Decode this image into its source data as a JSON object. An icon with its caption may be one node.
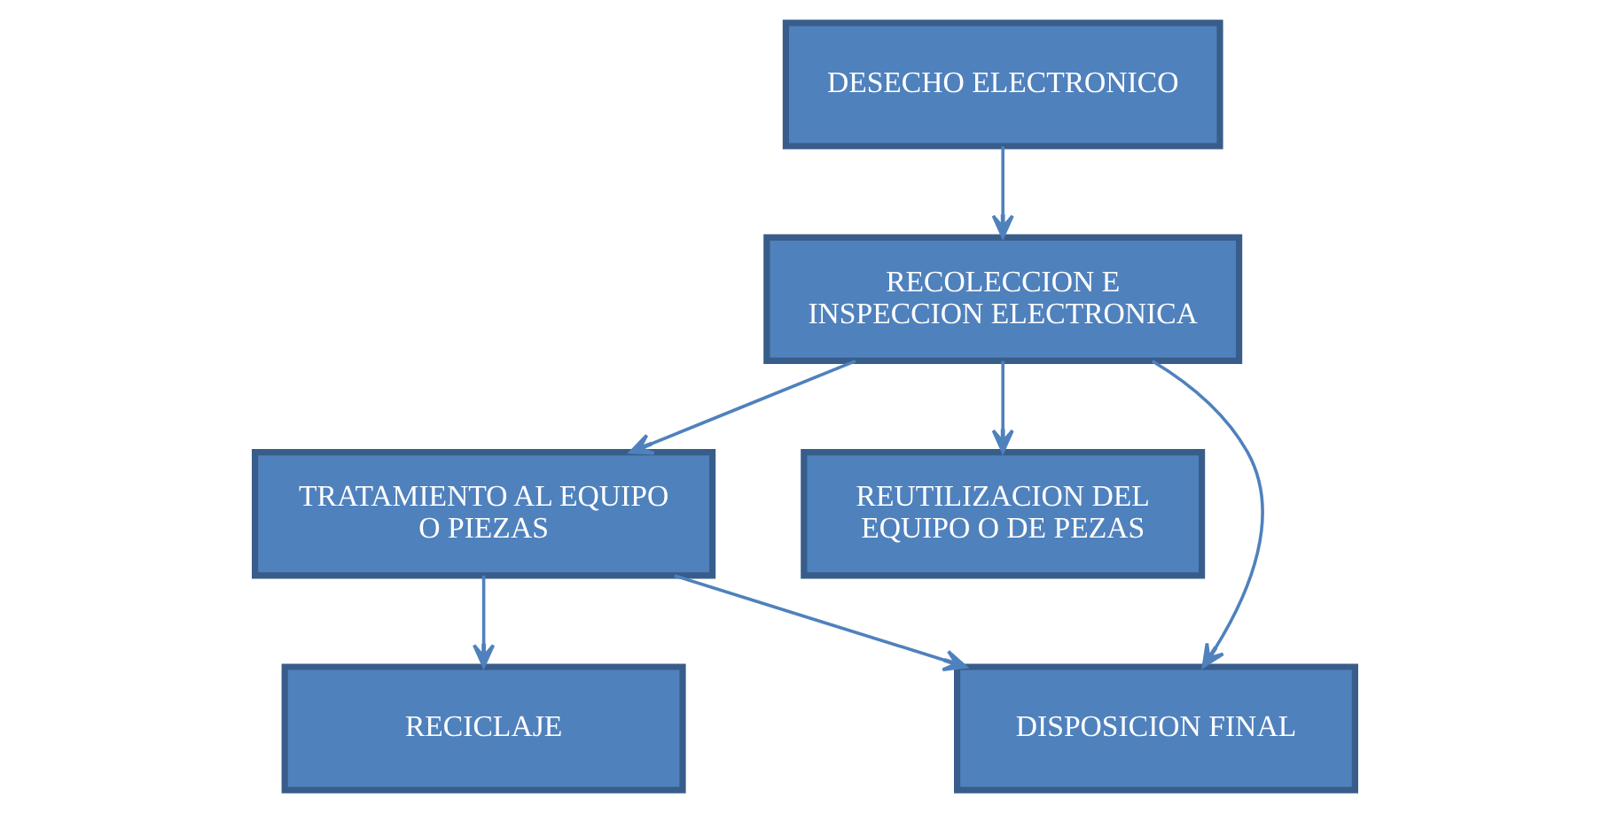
{
  "diagram": {
    "nodes": [
      {
        "text": [
          "DESECHO ELECTRONICO"
        ]
      },
      {
        "text": [
          "RECOLECCION E INSPECCION ELECTRONICA"
        ]
      },
      {
        "text": [
          "TRATAMIENTO AL EQUIPO O PIEZAS"
        ]
      },
      {
        "text": [
          "REUTILIZACION DEL EQUIPO O DE PEZAS"
        ]
      },
      {
        "text": [
          "DISPOSICION FINAL"
        ]
      },
      {
        "text": [
          "RECICLAJE"
        ]
      }
    ],
    "edges": [
      {
        "from": 0,
        "to": 1,
        "arrow": "to"
      },
      {
        "from": 1,
        "to": 2,
        "arrow": "to"
      },
      {
        "from": 1,
        "to": 3,
        "arrow": "to"
      },
      {
        "from": 1,
        "to": 4,
        "arrow": "to"
      },
      {
        "from": 2,
        "to": 5,
        "arrow": "to"
      },
      {
        "from": 2,
        "to": 4,
        "arrow": "to"
      }
    ]
  }
}
